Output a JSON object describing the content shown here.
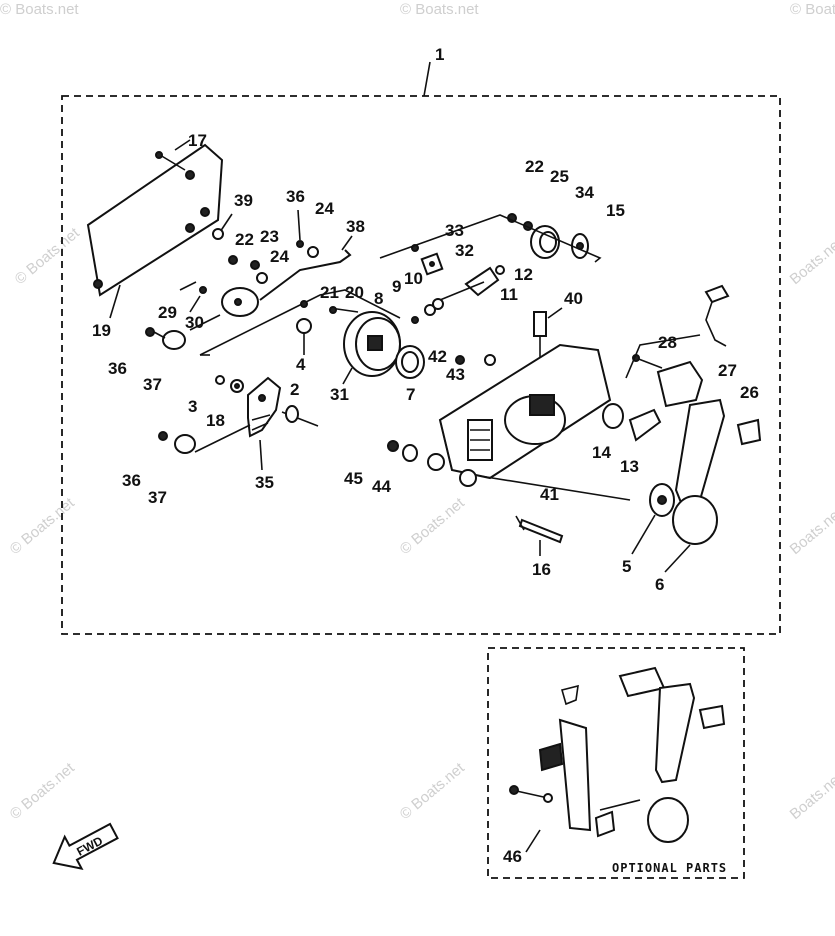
{
  "watermark": {
    "text": "© Boats.net",
    "label": "Boats.net"
  },
  "callouts": {
    "c1": "1",
    "c2": "2",
    "c3": "3",
    "c4": "4",
    "c5": "5",
    "c6": "6",
    "c7": "7",
    "c8": "8",
    "c9": "9",
    "c10": "10",
    "c11": "11",
    "c12": "12",
    "c13": "13",
    "c14": "14",
    "c15": "15",
    "c16": "16",
    "c17": "17",
    "c18": "18",
    "c19": "19",
    "c20": "20",
    "c21": "21",
    "c22a": "22",
    "c22b": "22",
    "c23": "23",
    "c24a": "24",
    "c24b": "24",
    "c25": "25",
    "c26": "26",
    "c27": "27",
    "c28": "28",
    "c29": "29",
    "c30": "30",
    "c31": "31",
    "c32": "32",
    "c33": "33",
    "c34": "34",
    "c35": "35",
    "c36a": "36",
    "c36b": "36",
    "c36c": "36",
    "c37a": "37",
    "c37b": "37",
    "c38": "38",
    "c39": "39",
    "c40": "40",
    "c41": "41",
    "c42": "42",
    "c43": "43",
    "c44": "44",
    "c45": "45",
    "c46": "46"
  },
  "optional_box": {
    "label": "OPTIONAL PARTS"
  },
  "direction_arrow": {
    "label": "FWD",
    "icon": "arrow-forward-icon"
  },
  "colors": {
    "ink": "#111111",
    "watermark": "#cfcfcf",
    "background": "#ffffff"
  }
}
